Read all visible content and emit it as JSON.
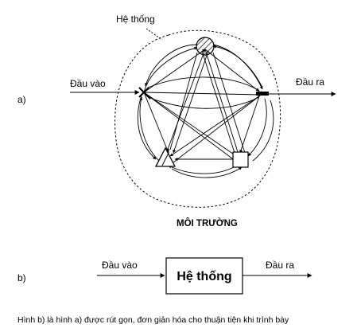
{
  "diagram_a": {
    "part_label": "a)",
    "system_label": "Hệ thống",
    "input_label": "Đầu vào",
    "output_label": "Đầu ra",
    "environment_label": "MÔI TRƯỜNG"
  },
  "diagram_b": {
    "part_label": "b)",
    "input_label": "Đầu vào",
    "box_label": "Hệ thống",
    "output_label": "Đầu ra"
  },
  "caption": "Hình b) là hình a) được rút gọn, đơn giản hóa cho thuận tiện khi trình bày"
}
